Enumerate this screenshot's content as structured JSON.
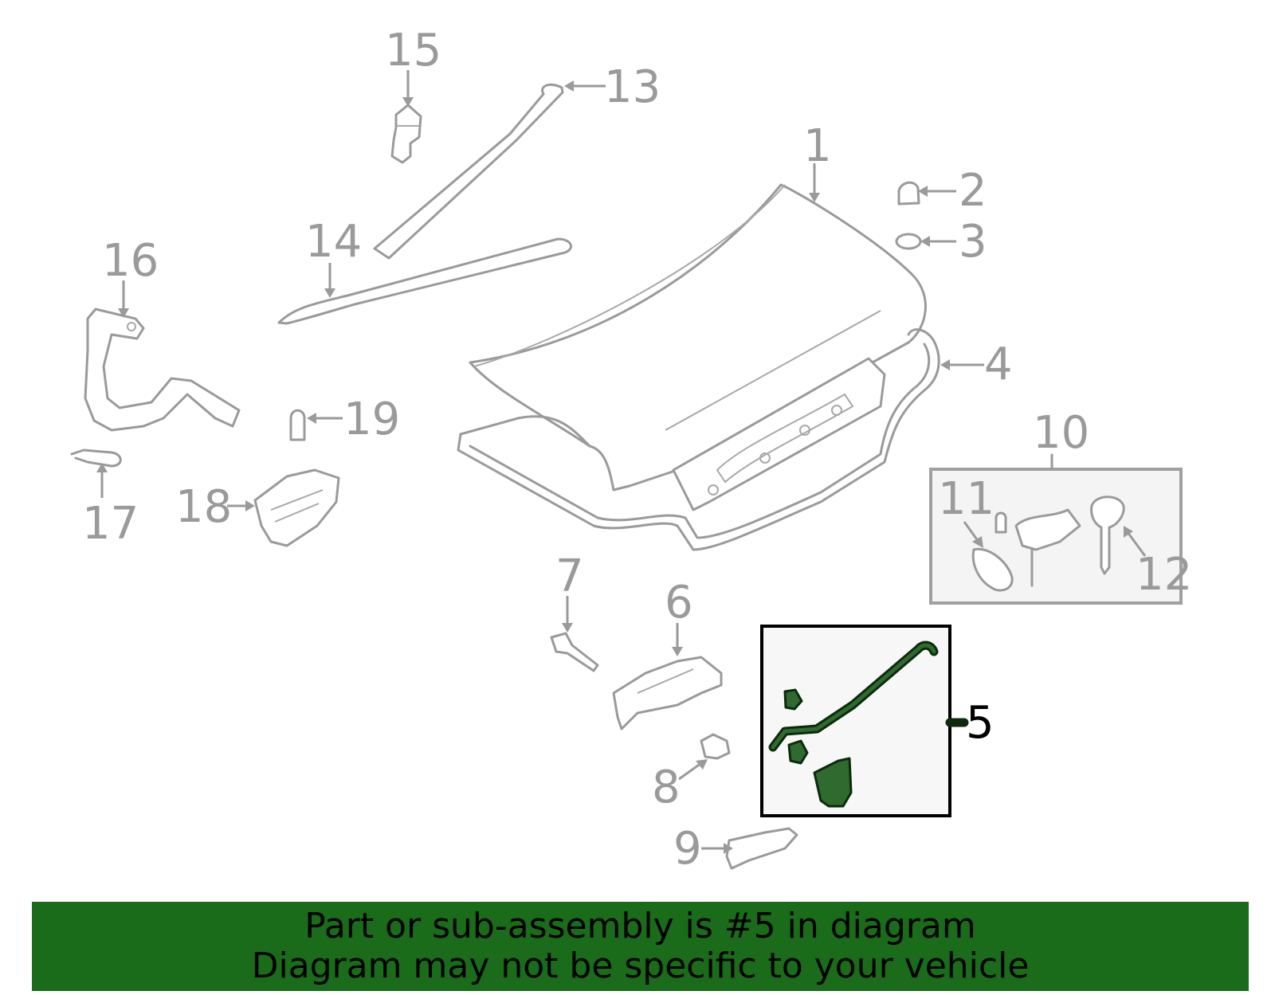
{
  "callouts": {
    "c1": "1",
    "c2": "2",
    "c3": "3",
    "c4": "4",
    "c5": "5",
    "c6": "6",
    "c7": "7",
    "c8": "8",
    "c9": "9",
    "c10": "10",
    "c11": "11",
    "c12": "12",
    "c13": "13",
    "c14": "14",
    "c15": "15",
    "c16": "16",
    "c17": "17",
    "c18": "18",
    "c19": "19"
  },
  "highlighted_part": "5",
  "colors": {
    "banner_bg": "#1a6b1a",
    "highlight_fill": "#2f6b2f",
    "part_stroke": "#9a9a9a"
  },
  "banner": {
    "line1": "Part or sub-assembly is #5 in diagram",
    "line2": "Diagram may not be specific to your vehicle"
  }
}
